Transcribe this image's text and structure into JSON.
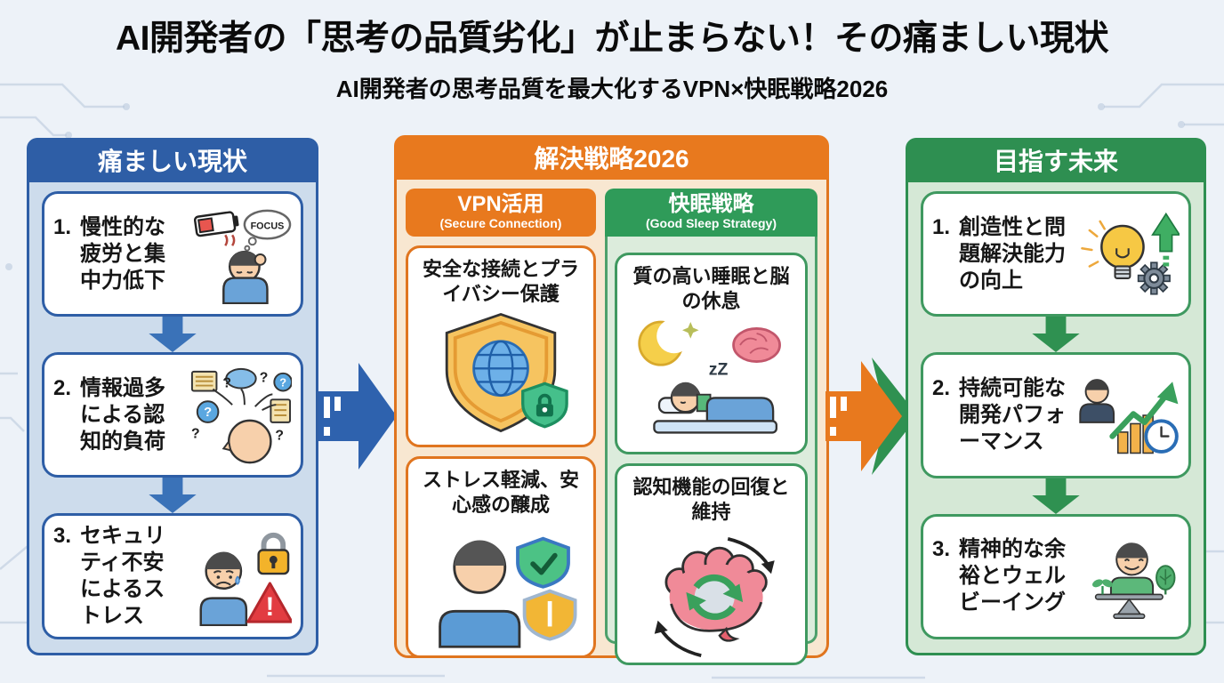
{
  "title": "AI開発者の「思考の品質劣化」が止まらない！その痛ましい現状",
  "subtitle": "AI開発者の思考品質を最大化するVPN×快眠戦略2026",
  "columns": {
    "current": {
      "header": "痛ましい現状",
      "items": [
        {
          "num": "1.",
          "text": "慢性的な疲労と集中力低下"
        },
        {
          "num": "2.",
          "text": "情報過多による認知的負荷"
        },
        {
          "num": "3.",
          "text": "セキュリティ不安によるストレス"
        }
      ]
    },
    "solution": {
      "header": "解決戦略2026",
      "vpn": {
        "title": "VPN活用",
        "subtitle": "(Secure Connection)",
        "cards": [
          {
            "text": "安全な接続とプライバシー保護"
          },
          {
            "text": "ストレス軽減、安心感の醸成"
          }
        ]
      },
      "sleep": {
        "title": "快眠戦略",
        "subtitle": "(Good Sleep Strategy)",
        "cards": [
          {
            "text": "質の高い睡眠と脳の休息"
          },
          {
            "text": "認知機能の回復と維持"
          }
        ]
      }
    },
    "future": {
      "header": "目指す未来",
      "items": [
        {
          "num": "1.",
          "text": "創造性と問題解決能力の向上"
        },
        {
          "num": "2.",
          "text": "持続可能な開発パフォーマンス"
        },
        {
          "num": "3.",
          "text": "精神的な余裕とウェルビーイング"
        }
      ]
    }
  },
  "icons": {
    "focus_label": "FOCUS",
    "sleep_zzz": "zZ",
    "question": "?",
    "alert": "!"
  },
  "colors": {
    "blue": "#2e5ea6",
    "orange": "#e8791e",
    "green": "#2e8f51",
    "light_blue_bg": "#cddcec",
    "light_orange_bg": "#f8e7d1",
    "light_green_bg": "#d5e8d6"
  }
}
